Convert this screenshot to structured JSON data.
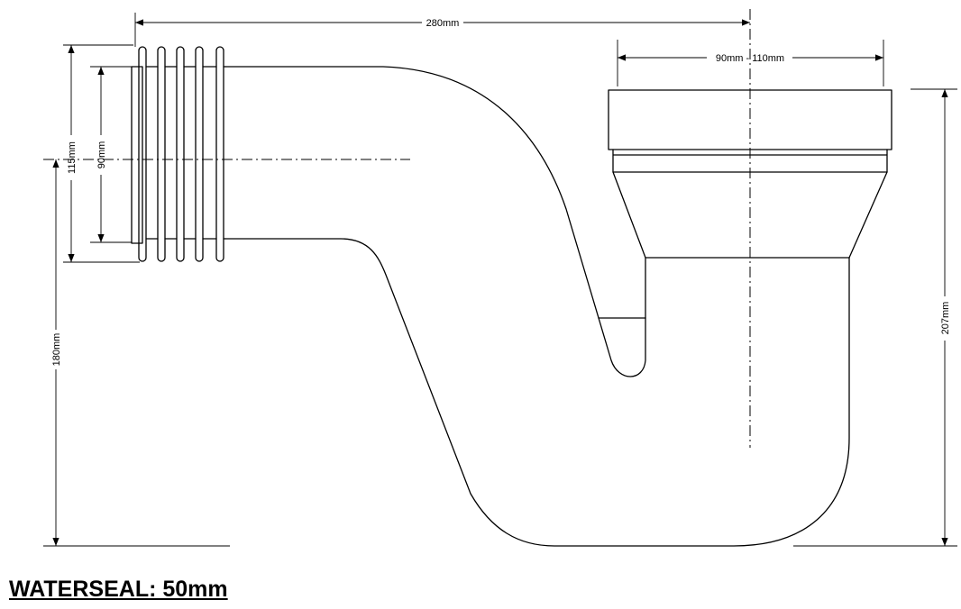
{
  "diagram": {
    "dimensions": {
      "overall_width": "280mm",
      "outlet_diameter": "90mm - 110mm",
      "inlet_outer": "115mm",
      "inlet_inner": "90mm",
      "inlet_height": "180mm",
      "outlet_height": "207mm"
    },
    "waterseal_label": "WATERSEAL: 50mm"
  }
}
